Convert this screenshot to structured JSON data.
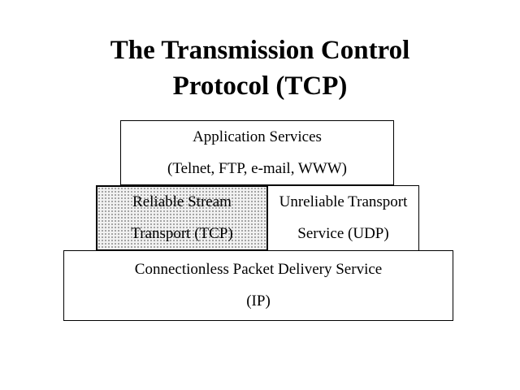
{
  "slide": {
    "title_line1": "The Transmission Control",
    "title_line2": "Protocol (TCP)"
  },
  "diagram": {
    "application_box": {
      "line1": "Application Services",
      "line2": "(Telnet, FTP, e-mail, WWW)"
    },
    "tcp_box": {
      "line1": "Reliable Stream",
      "line2": "Transport (TCP)"
    },
    "udp_box": {
      "line1": "Unreliable Transport",
      "line2": "Service (UDP)"
    },
    "ip_box": {
      "line1": "Connectionless Packet Delivery Service",
      "line2": "(IP)"
    }
  },
  "colors": {
    "background": "#ffffff",
    "border": "#000000",
    "text": "#000000",
    "tcp_box_fill": "#f1f1f1",
    "tcp_box_dot": "#8a8a8a"
  }
}
